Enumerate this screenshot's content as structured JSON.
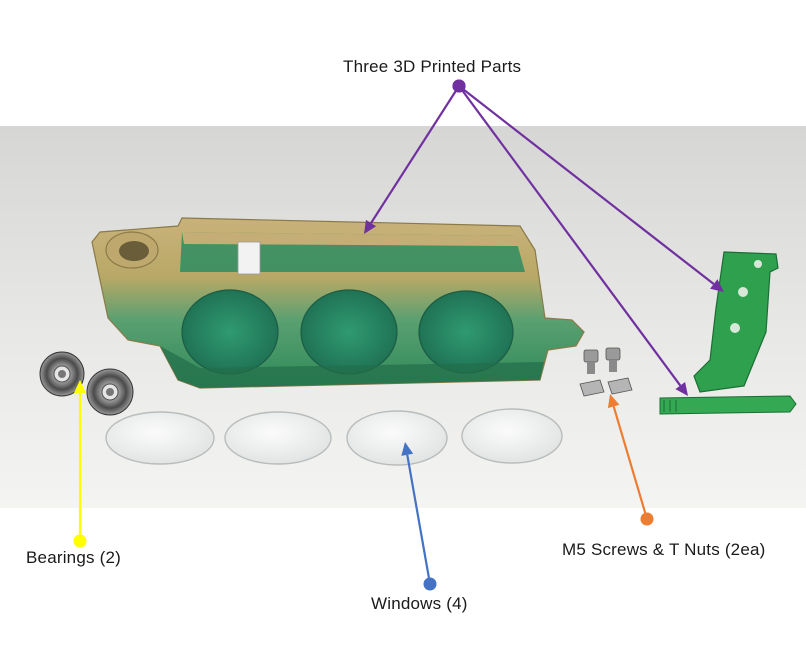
{
  "labels": {
    "printed_parts": "Three 3D Printed Parts",
    "bearings": "Bearings (2)",
    "windows": "Windows (4)",
    "screws": "M5 Screws & T Nuts (2ea)"
  },
  "colors": {
    "printed_parts_arrow": "#7030a0",
    "bearings_arrow": "#ffff00",
    "windows_arrow": "#4472c4",
    "screws_arrow": "#ed7d31"
  }
}
